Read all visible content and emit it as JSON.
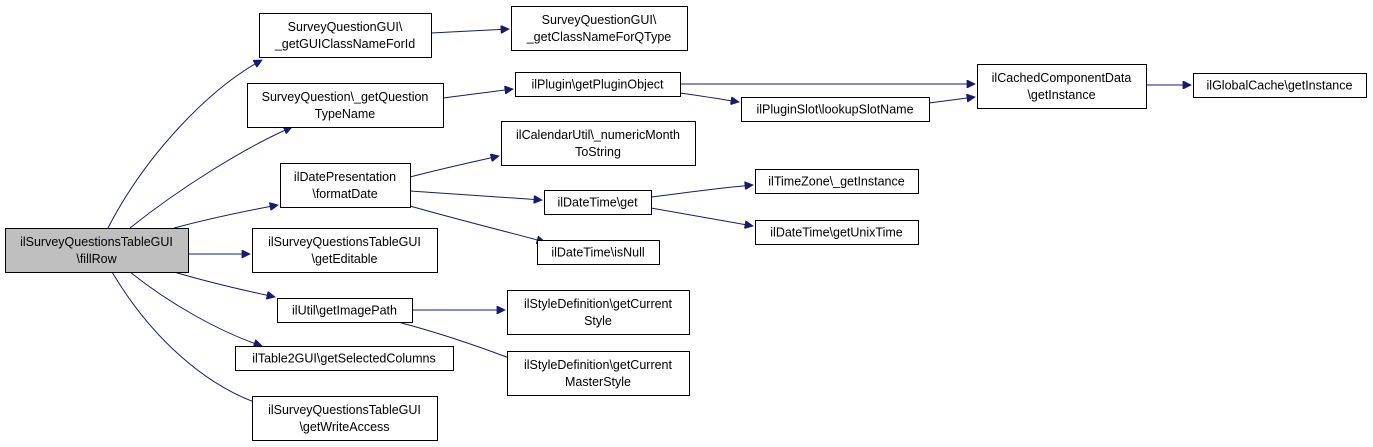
{
  "colors": {
    "edge": "#191970",
    "node_fill": "#ffffff",
    "root_fill": "#bfbfbf",
    "border": "#000000"
  },
  "nodes": {
    "root": [
      "ilSurveyQuestionsTableGUI",
      "\\fillRow"
    ],
    "get_gui_class_name": [
      "SurveyQuestionGUI\\",
      "_getGUIClassNameForId"
    ],
    "get_class_name_for_qtype": [
      "SurveyQuestionGUI\\",
      "_getClassNameForQType"
    ],
    "get_question_type_name": [
      "SurveyQuestion\\_getQuestion",
      "TypeName"
    ],
    "get_plugin_object": [
      "ilPlugin\\getPluginObject"
    ],
    "cached_component_data": [
      "ilCachedComponentData",
      "\\getInstance"
    ],
    "global_cache": [
      "ilGlobalCache\\getInstance"
    ],
    "lookup_slot_name": [
      "ilPluginSlot\\lookupSlotName"
    ],
    "numeric_month": [
      "ilCalendarUtil\\_numericMonth",
      "ToString"
    ],
    "format_date": [
      "ilDatePresentation",
      "\\formatDate"
    ],
    "datetime_get": [
      "ilDateTime\\get"
    ],
    "timezone_get_instance": [
      "ilTimeZone\\_getInstance"
    ],
    "get_unix_time": [
      "ilDateTime\\getUnixTime"
    ],
    "datetime_is_null": [
      "ilDateTime\\isNull"
    ],
    "get_editable": [
      "ilSurveyQuestionsTableGUI",
      "\\getEditable"
    ],
    "get_image_path": [
      "ilUtil\\getImagePath"
    ],
    "get_current_style": [
      "ilStyleDefinition\\getCurrent",
      "Style"
    ],
    "get_current_master_style": [
      "ilStyleDefinition\\getCurrent",
      "MasterStyle"
    ],
    "get_selected_columns": [
      "ilTable2GUI\\getSelectedColumns"
    ],
    "get_write_access": [
      "ilSurveyQuestionsTableGUI",
      "\\getWriteAccess"
    ]
  }
}
